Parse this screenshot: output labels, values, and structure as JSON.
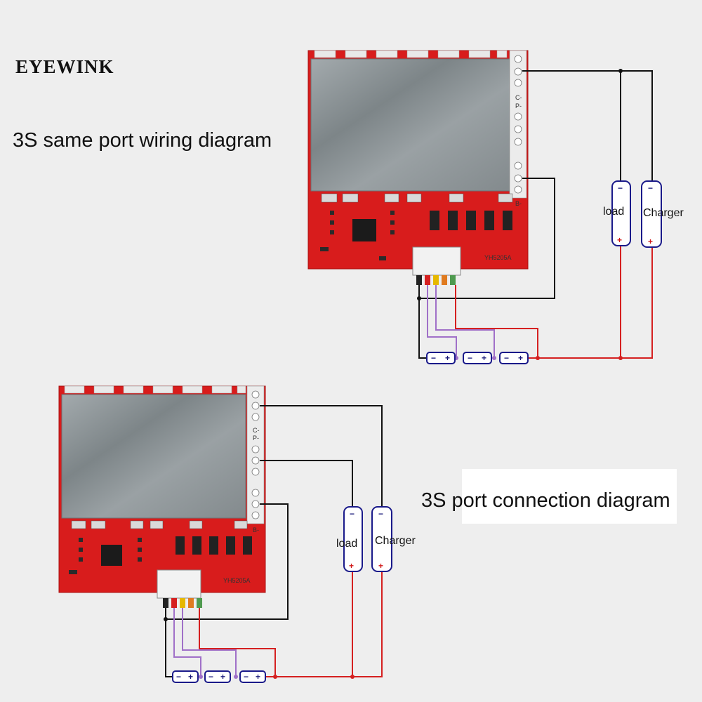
{
  "brand": "EYEWINK",
  "diagram1": {
    "title": "3S same port wiring diagram",
    "load_label": "load",
    "charger_label": "Charger",
    "pad_c": "C-",
    "pad_p": "P-",
    "pad_b": "B-",
    "board_code": "YH5205A",
    "cell_minus": "−",
    "cell_plus": "+"
  },
  "diagram2": {
    "title": "3S port connection diagram",
    "load_label": "load",
    "charger_label": "Charger",
    "pad_c": "C-",
    "pad_p": "P-",
    "pad_b": "B-",
    "board_code": "YH5205A",
    "cell_minus": "−",
    "cell_plus": "+"
  },
  "colors": {
    "pcb": "#d81c1c",
    "heatsink": "#8f9699",
    "wire_black": "#111111",
    "wire_red": "#d52020",
    "wire_purple": "#a070c8",
    "cell_border": "#1a1a8a"
  }
}
